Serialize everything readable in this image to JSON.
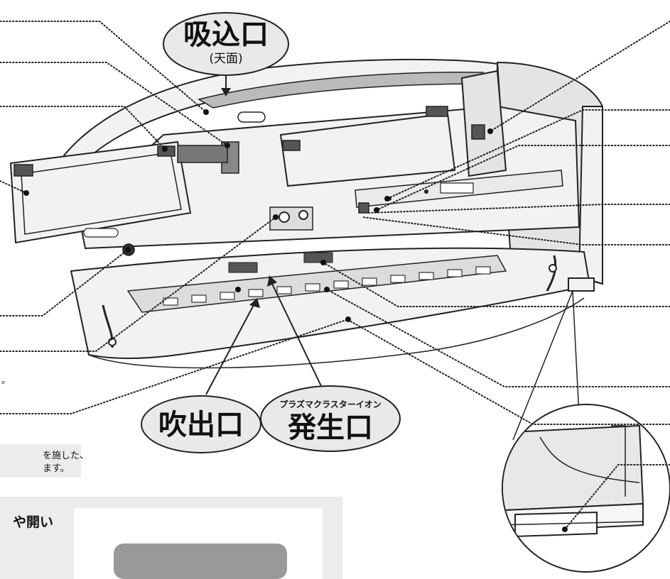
{
  "callouts": {
    "intake_title": "吸込口",
    "intake_sub": "(天面)",
    "outlet": "吹出口",
    "plasma_small": "プラズマクラスターイオン",
    "plasma_big": "発生口"
  },
  "fragments": {
    "period": "。",
    "note_line1": "を施した、",
    "note_line2": "ます。",
    "box_line1": "や開い"
  }
}
